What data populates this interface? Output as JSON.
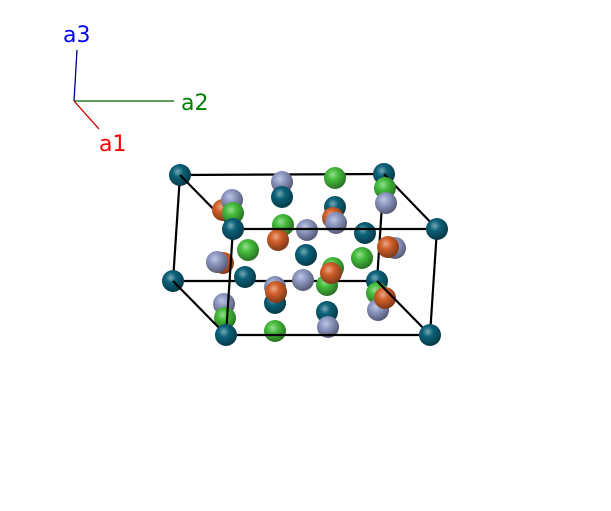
{
  "axes": {
    "a1": {
      "label": "a1",
      "color": "#ff0000"
    },
    "a2": {
      "label": "a2",
      "color": "#008000"
    },
    "a3": {
      "label": "a3",
      "color": "#0000ff"
    }
  },
  "atom_colors": {
    "teal": "#0b6178",
    "gray": "#8f99c4",
    "green": "#45bd3c",
    "orange": "#d2602a"
  },
  "cell_edge_color": "#000000"
}
